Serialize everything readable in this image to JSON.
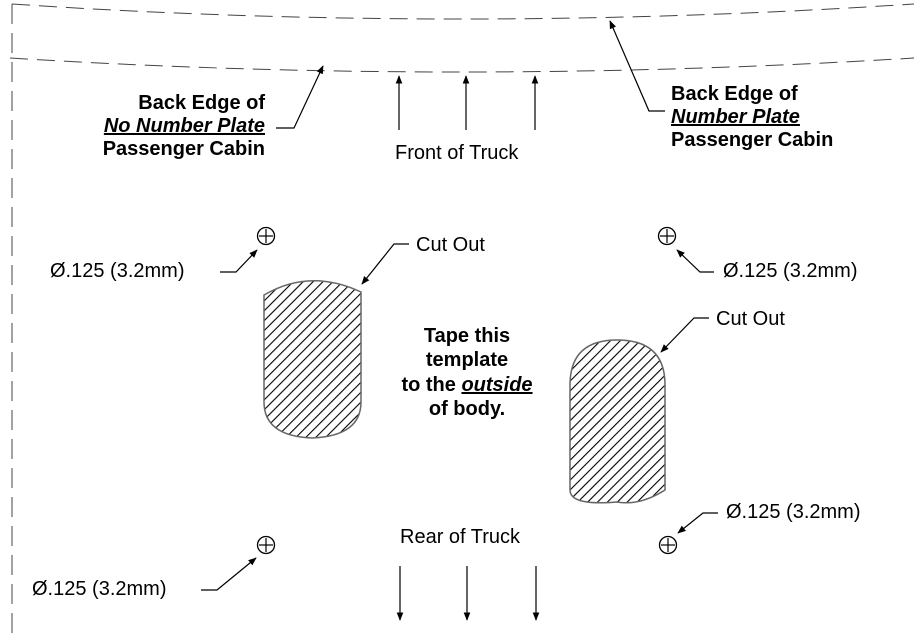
{
  "labels": {
    "back_edge_no_plate": {
      "line1": "Back Edge of",
      "line2": "No Number Plate",
      "line3": "Passenger Cabin"
    },
    "back_edge_plate": {
      "line1": "Back Edge of",
      "line2": "Number Plate",
      "line3": "Passenger Cabin"
    },
    "front_of_truck": "Front of Truck",
    "rear_of_truck": "Rear of Truck",
    "cut_out_left": "Cut Out",
    "cut_out_right": "Cut Out",
    "hole_top_left": "Ø.125 (3.2mm)",
    "hole_top_right": "Ø.125 (3.2mm)",
    "hole_bottom_left": "Ø.125 (3.2mm)",
    "hole_bottom_right": "Ø.125 (3.2mm)",
    "instruction": {
      "line1": "Tape this",
      "line2": "template",
      "line3_prefix": "to the ",
      "line3_emphasis": "outside",
      "line4": "of body."
    }
  }
}
